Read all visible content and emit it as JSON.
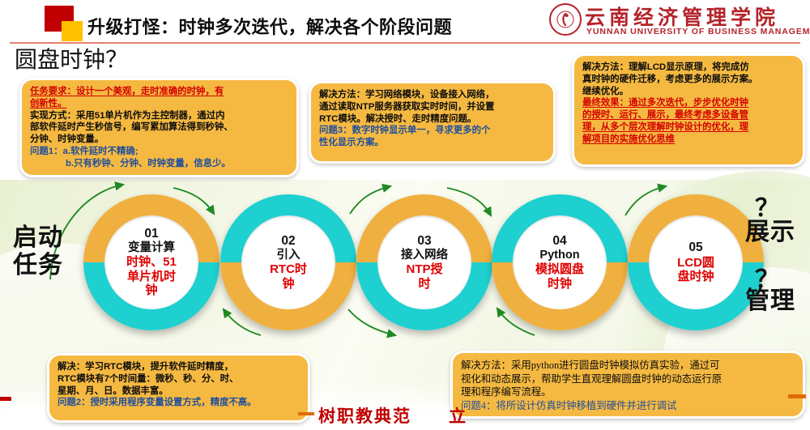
{
  "header": {
    "title": "升级打怪：时钟多次迭代，解决各个阶段问题",
    "subtitle": "圆盘时钟？",
    "logo_cn": "云南经济管理学院",
    "logo_en": "YUNNAN UNIVERSITY OF BUSINESS MANAGEMENT",
    "logo_mark": "university-seal-icon"
  },
  "callouts": {
    "task": {
      "line1": "任务要求：设计一个美观，走时准确的时钟，有",
      "line2": "创新性。",
      "line3": "实现方式：采用51单片机作为主控制器，通过内",
      "line4": "部软件延时产生秒信号，编写累加算法得到秒钟、",
      "line5": "分钟、时钟变量。",
      "line6": "问题1：a.软件延时不精确;",
      "line7": "b.只有秒钟、分钟、时钟变量，信息少。"
    },
    "ntp": {
      "line1": "解决方法：学习网络模块，设备接入网络，",
      "line2": "通过读取NTP服务器获取实时时间，并设置",
      "line3": "RTC模块。解决授时、走时精度问题。",
      "line4": "问题3：数字时钟显示单一，寻求更多的个",
      "line5": "性化显示方案。"
    },
    "lcd": {
      "line1": "解决方法：理解LCD显示原理，将完成仿",
      "line2": "真时钟的硬件迁移，考虑更多的展示方案。",
      "line3": "继续优化。",
      "line4": "最终效果：通过多次迭代，步步优化时钟",
      "line5": "的授时、运行、展示，最终考虑多设备管",
      "line6": "理，从多个层次理解时钟设计的优化，理",
      "line7": "解项目的实施优化思维"
    },
    "rtc": {
      "line1": "解决：学习RTC模块，提升软件延时精度，",
      "line2": "RTC模块有7个时间量：微秒、秒、分、时、",
      "line3": "星期、月、日。数据丰富。",
      "line4": "问题2：授时采用程序变量设置方式，精度不高。"
    },
    "python": {
      "line1": "解决方法：采用python进行圆盘时钟模拟仿真实验，通过可",
      "line2": "视化和动态展示，帮助学生直观理解圆盘时钟的动态运行原",
      "line3": "理和程序编写流程。",
      "line4": "问题4：将所设计仿真时钟移植到硬件并进行调试"
    }
  },
  "nodes": [
    {
      "num": "01",
      "black": "变量计算",
      "red": "时钟、51\n单片机时\n钟",
      "ring_top": "#f0b03f",
      "ring_bottom": "#1ed0d0"
    },
    {
      "num": "02",
      "black": "引入",
      "red": "RTC时\n钟",
      "ring_top": "#1ed0d0",
      "ring_bottom": "#f0b03f"
    },
    {
      "num": "03",
      "black": "接入网络",
      "red": "NTP授\n时",
      "ring_top": "#f0b03f",
      "ring_bottom": "#1ed0d0"
    },
    {
      "num": "04",
      "black": "Python",
      "red": "模拟圆盘\n时钟",
      "ring_top": "#1ed0d0",
      "ring_bottom": "#f0b03f"
    },
    {
      "num": "05",
      "black": "",
      "red": "LCD圆\n盘时钟",
      "ring_top": "#f0b03f",
      "ring_bottom": "#1ed0d0"
    }
  ],
  "side_labels": {
    "left": "启动\n任务",
    "right_top": "展示",
    "right_bottom": "管理",
    "q_top": "？",
    "q_bottom": "？"
  },
  "slogan": "树职教典范　　立",
  "colors": {
    "brand_red": "#b5232a",
    "accent_orange": "#f0b03f",
    "accent_cyan": "#1ed0d0",
    "callout_bg": "#f5b942",
    "arrow_green": "#1f8a22",
    "title_red": "#c00000",
    "title_yellow": "#ffc000"
  }
}
